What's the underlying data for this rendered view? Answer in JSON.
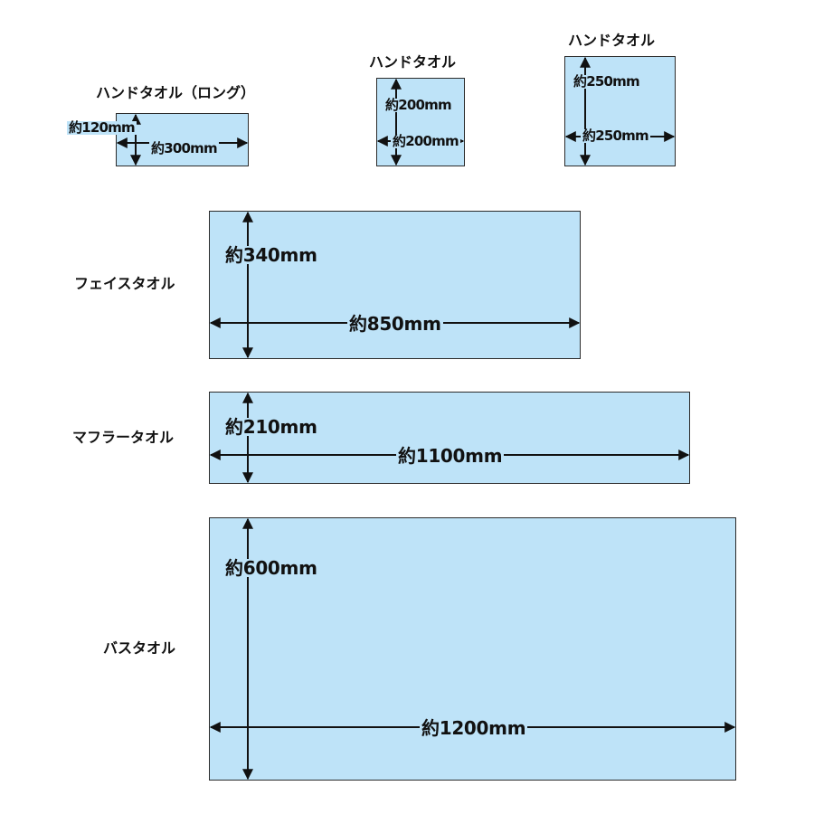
{
  "towels": [
    {
      "name": "ハンドタオル（ロング）",
      "height_label": "約120mm",
      "width_label": "約300mm",
      "height_mm": 120,
      "width_mm": 300
    },
    {
      "name": "ハンドタオル",
      "height_label": "約200mm",
      "width_label": "約200mm",
      "height_mm": 200,
      "width_mm": 200
    },
    {
      "name": "ハンドタオル",
      "height_label": "約250mm",
      "width_label": "約250mm",
      "height_mm": 250,
      "width_mm": 250
    },
    {
      "name": "フェイスタオル",
      "height_label": "約340mm",
      "width_label": "約850mm",
      "height_mm": 340,
      "width_mm": 850
    },
    {
      "name": "マフラータオル",
      "height_label": "約210mm",
      "width_label": "約1100mm",
      "height_mm": 210,
      "width_mm": 1100
    },
    {
      "name": "バスタオル",
      "height_label": "約600mm",
      "width_label": "約1200mm",
      "height_mm": 600,
      "width_mm": 1200
    }
  ],
  "colors": {
    "towel_fill": "#bee3f8",
    "outline": "#2b2b2b",
    "arrow": "#111111"
  }
}
